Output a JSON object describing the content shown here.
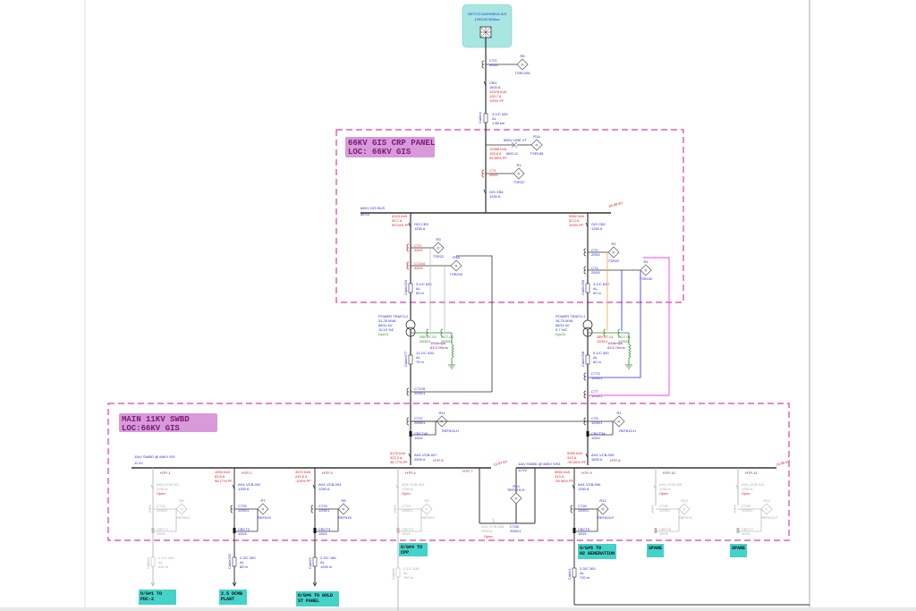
{
  "source": {
    "name": "GETCO DADHIEDA S/S",
    "rating": "1293.83 MVAsc",
    "fill": "#a8e6e2"
  },
  "incomer": {
    "ctg": [
      "CTG",
      "300/1"
    ],
    "r6": [
      "R6",
      "TSR1206"
    ],
    "cbg": [
      "CBG",
      "1600 A"
    ],
    "cbg_flow": [
      "12078 kVA",
      "105.7 A",
      "100% PF"
    ],
    "cable": [
      "Cable4",
      "3-1/C 630",
      "AL",
      "1.85 km"
    ],
    "vt": [
      "66KV LINE VT",
      "66/0.11"
    ],
    "r1a": [
      "R1A",
      "TSR158"
    ],
    "vt_flow": [
      "12088 kVA",
      "105.8 A",
      "99.89% PF"
    ],
    "ct1": [
      "CT1",
      "400/1"
    ],
    "r1": [
      "R1",
      "TSR22"
    ],
    "cb1": [
      "GIS CB1",
      "1250 A"
    ]
  },
  "crp_panel": {
    "line1": "66KV GIS CRP PANEL",
    "line2": "LOC: 66KV GIS",
    "color": "#e040a0"
  },
  "bus66": {
    "name": "66KV GIS BUS",
    "kv": "66 kV",
    "voltage": "65.98 kV"
  },
  "left_trafo_feeder": {
    "flow": [
      "6124 kVA",
      "53.7 A",
      "99.04% PF"
    ],
    "cb": [
      "GIS CB3",
      "1250 A"
    ],
    "ct3": [
      "CT3",
      "400/1"
    ],
    "r3": [
      "R3",
      "TSR22"
    ],
    "ct104": [
      "CT104",
      "400/1"
    ],
    "r3a": [
      "R3A",
      "TSR242"
    ],
    "cable": [
      "Cable203",
      "3-1/C 630",
      "AL",
      "60 m"
    ],
    "trafo": [
      "POWER TRAFO-2",
      "31.25 MVA",
      "66/11 kV",
      "10.19 %Z",
      "Dyn11"
    ],
    "sefct": [
      "SEFCT-02",
      "2000/1"
    ],
    "nct": [
      "NCT-02",
      "2000/1"
    ],
    "ngr": [
      "100Amps",
      "63.5 Ohms"
    ],
    "cable2": [
      "Cable277",
      "12-1/C 630",
      "AL",
      "70 m"
    ],
    "ct105": [
      "CT105",
      "2000/1"
    ]
  },
  "right_trafo_feeder": {
    "flow": [
      "5962 kVA",
      "52.2 A",
      "100% PF"
    ],
    "cb": [
      "GIS CB2",
      "1250 A"
    ],
    "ct2": [
      "CT2",
      "200/1"
    ],
    "r2": [
      "R2",
      "TSR22"
    ],
    "ct4": [
      "CT4",
      "200/1"
    ],
    "r4": [
      "R4",
      "TSR242"
    ],
    "cable": [
      "Cable256",
      "3-1/C 630",
      "AL",
      "50 m"
    ],
    "trafo": [
      "POWER TRAFO-1",
      "16.75 MVA",
      "66/11 kV",
      "9.7 %Z",
      "Dyn11"
    ],
    "sefct": [
      "SEFCT-01",
      "1200/1"
    ],
    "nct": [
      "NCT-01",
      "1200/1"
    ],
    "ngr": [
      "100Amps",
      "63.5 Ohms"
    ],
    "cable2": [
      "Cable258",
      "9-1/C 300",
      "AL",
      "60 m"
    ],
    "ct72": [
      "CT72",
      "1200/1"
    ],
    "ct7": [
      "CT7",
      "1200/1"
    ]
  },
  "swbd_panel": {
    "line1": "MAIN 11KV SWBD",
    "line2": "LOC:66KV GIS"
  },
  "incomer11_left": {
    "ct": [
      "CT27",
      "2000/1"
    ],
    "r": [
      "R11",
      "REF615-H"
    ],
    "cbct": [
      "CBCT40",
      "100/1"
    ],
    "vcb": [
      "AH1-VCB-007",
      "2500 A"
    ],
    "flow": [
      "6123 kVA",
      "322.2 A",
      "96.77% PF"
    ],
    "htp": "HTP-5"
  },
  "incomer11_right": {
    "ct": [
      "CT6",
      "1200/1"
    ],
    "r": [
      "R1",
      "REF615-H"
    ],
    "cbct": [
      "CBCT34",
      "100/1"
    ],
    "vcb": [
      "AH1-VCB-005",
      "1600 A"
    ],
    "flow": [
      "5953 kVA",
      "313 A",
      "-99.06% PF"
    ],
    "htp": "HTP-6"
  },
  "bus11_left": {
    "name": "11kV SWBD @ 66KV S/S",
    "kv": "11 kV",
    "voltage": "10.97 kV"
  },
  "bus11_right": {
    "name": "11kV SWBD @ 66KV S/S1",
    "kv": "11 kV",
    "voltage": "10.98 kV"
  },
  "bus_tie": {
    "htp": "HTP-7",
    "vcb": [
      "AH1-VCB-008",
      "2500 A",
      "Open"
    ],
    "ct": [
      "CT28",
      "2000/1"
    ],
    "r": [
      "R10",
      "REF615-H"
    ]
  },
  "feeders": [
    {
      "htp": "HTP-1",
      "vcb": "AH1-VCB-001",
      "rating": "1250 A",
      "status": "Open",
      "ct": "CT22",
      "ctr": "1200/1",
      "relay": "R6",
      "rtype": "REF615",
      "cbct": "CBCT1",
      "cbctr": "100/1",
      "cable": "Cable8",
      "cdesc": [
        "2-1/C 300",
        "AL",
        "630 m"
      ],
      "dest": "O/G#1 TO PDC-2",
      "flow": [],
      "active": false
    },
    {
      "htp": "HTP-2",
      "vcb": "AH1-VCB-002",
      "rating": "1250 A",
      "status": "",
      "ct": "CT25",
      "ctr": "1200/1",
      "relay": "R7",
      "rtype": "REF615",
      "cbct": "CBCT2",
      "cbctr": "100/1",
      "cable": "Cable252",
      "cdesc": [
        "2-3/C 300",
        "AL",
        "85 m"
      ],
      "dest": "2.5 DCMB PLANT",
      "flow": [
        "1594 kVA",
        "83.8 A",
        "96.17% PF"
      ],
      "active": true
    },
    {
      "htp": "HTP-3",
      "vcb": "AH1-VCB-003",
      "rating": "1250 A",
      "status": "",
      "ct": "CT23",
      "ctr": "1200/1",
      "relay": "R8",
      "rtype": "REF615",
      "cbct": "CBCT3",
      "cbctr": "100/1",
      "cable": "Cable5",
      "cdesc": [
        "2-3/C 185",
        "AL",
        "1200 m"
      ],
      "dest": "O/G#6 TO GOLD ST PANEL",
      "flow": [
        "4570 kVA",
        "240.6 A",
        "-100% PF"
      ],
      "active": true
    },
    {
      "htp": "HTP-4",
      "vcb": "AH1-VCB-004",
      "rating": "1250 A",
      "status": "Open",
      "ct": "CT24",
      "ctr": "1200/1",
      "relay": "R9",
      "rtype": "REF615",
      "cbct": "CBCT4",
      "cbctr": "100/1",
      "cable": "Cable8",
      "cdesc": [
        "2-1/C 630",
        "AL",
        "750 m"
      ],
      "dest": "O/G#4 TO CPP",
      "flow": [],
      "active": false
    },
    {
      "htp": "HTP-9",
      "vcb": "AH1-VCB-006",
      "rating": "1250 A",
      "status": "",
      "ct": "CT20",
      "ctr": "1200/1",
      "relay": "R12",
      "rtype": "REF615-F",
      "cbct": "CBCT5",
      "cbctr": "100/1",
      "cable": "Cable1",
      "cdesc": [
        "2-3/C 300",
        "AL",
        "720 m"
      ],
      "dest": "O/G#5 TO H2 GENERATION",
      "flow": [
        "5953 kVA",
        "313 A",
        "-99.06% PF"
      ],
      "active": true
    },
    {
      "htp": "HTP-10",
      "vcb": "AH1-VCB-009",
      "rating": "1250 A",
      "status": "Open",
      "ct": "CT26",
      "ctr": "1200/1",
      "relay": "R13",
      "rtype": "REF615",
      "cbct": "CBCT6",
      "cbctr": "100/1",
      "cable": "",
      "cdesc": [],
      "dest": "SPARE",
      "flow": [],
      "active": false
    },
    {
      "htp": "HTP-11",
      "vcb": "AH1-VCB-010",
      "rating": "1250 A",
      "status": "Open",
      "ct": "CT30",
      "ctr": "1200/1",
      "relay": "R14",
      "rtype": "REF615-F",
      "cbct": "CBCT7",
      "cbctr": "100/1",
      "cable": "",
      "cdesc": [],
      "dest": "SPARE",
      "flow": [],
      "active": false
    }
  ],
  "colors": {
    "line": "#333333",
    "label_blue": "#2a2ad8",
    "label_red": "#e02020",
    "grounding_green": "#2a8a2a",
    "dest_box": "#45d2c8",
    "panel_label": "#d89ad8",
    "relay_r4_loop": "#ff40e0",
    "sefct_orange": "#ffa040",
    "nct_blue": "#2a2aff"
  }
}
